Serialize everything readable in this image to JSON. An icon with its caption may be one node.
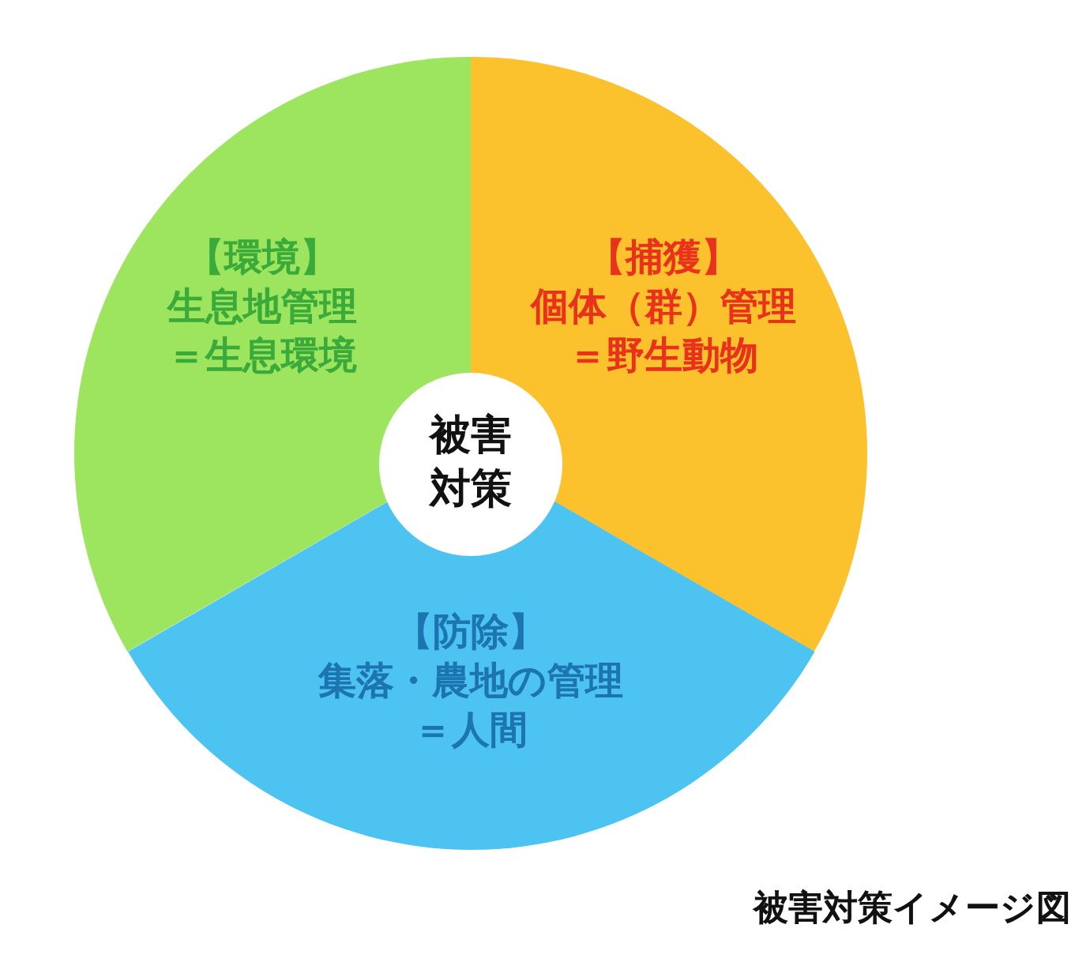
{
  "diagram": {
    "caption": "被害対策イメージ図",
    "nodes": [
      {
        "text": [
          "【環境】",
          "生息地管理＝生息環境"
        ]
      },
      {
        "text": [
          "【捕獲】",
          "個体（群）管理＝野生動物"
        ]
      },
      {
        "text": [
          "被害対策"
        ]
      },
      {
        "text": [
          "【防除】",
          "集落・農地の管理＝人間"
        ]
      }
    ]
  }
}
